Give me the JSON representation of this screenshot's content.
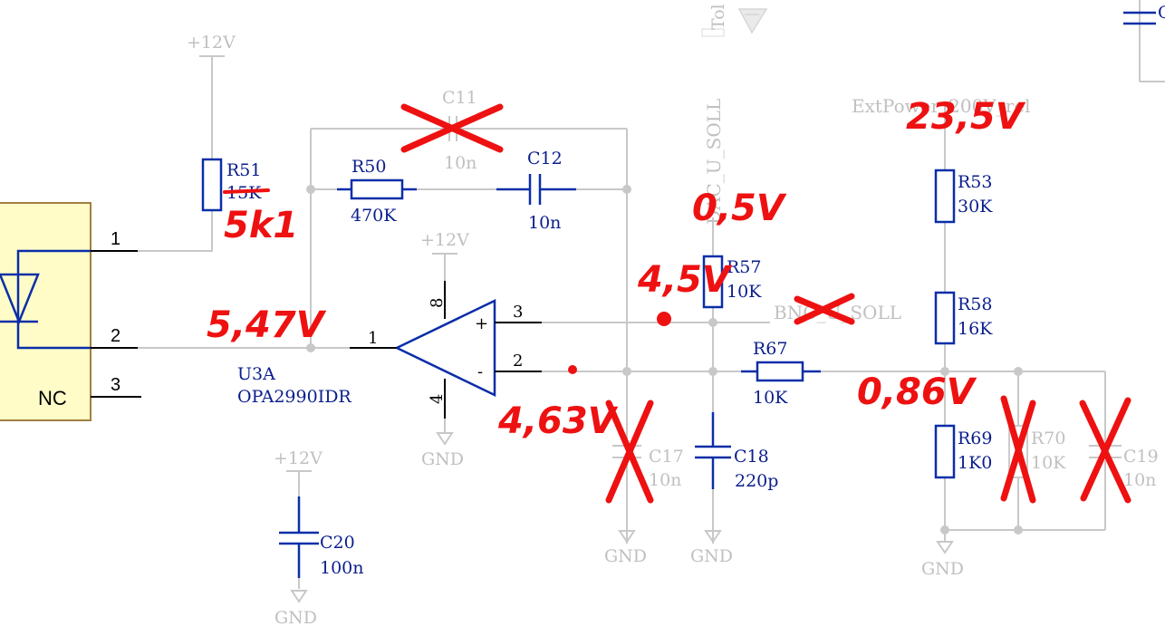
{
  "rails": {
    "plus12v": "+12V",
    "gnd": "GND"
  },
  "components": {
    "r51": {
      "ref": "R51",
      "value": "15K"
    },
    "r50": {
      "ref": "R50",
      "value": "470K"
    },
    "c11": {
      "ref": "C11",
      "value": "10n"
    },
    "c12": {
      "ref": "C12",
      "value": "10n"
    },
    "u3a": {
      "ref": "U3A",
      "part": "OPA2990IDR"
    },
    "r57": {
      "ref": "R57",
      "value": "10K"
    },
    "r53": {
      "ref": "R53",
      "value": "30K"
    },
    "r58": {
      "ref": "R58",
      "value": "16K"
    },
    "r67": {
      "ref": "R67",
      "value": "10K"
    },
    "r69": {
      "ref": "R69",
      "value": "1K0"
    },
    "r70": {
      "ref": "R70",
      "value": "10K"
    },
    "c17": {
      "ref": "C17",
      "value": "10n"
    },
    "c18": {
      "ref": "C18",
      "value": "220p"
    },
    "c19": {
      "ref": "C19",
      "value": "10n"
    },
    "c20": {
      "ref": "C20",
      "value": "100n"
    }
  },
  "pins": {
    "conn_1": "1",
    "conn_2": "2",
    "conn_3": "3",
    "conn_nc": "NC",
    "op_out": "1",
    "op_plus": "3",
    "op_minus": "2",
    "op_vplus": "8",
    "op_vminus": "4",
    "sym_plus": "+",
    "sym_minus": "-"
  },
  "nets": {
    "dac": "DAC_U_SOLL",
    "bnc": "BNC_U_SOLL",
    "ext_power": "ExtPower_200V_rel",
    "top_right": "C",
    "top_dac_partial": "Tol"
  },
  "annotations": {
    "r51_new": "5k1",
    "v_out": "5,47V",
    "v_minus": "4,63V",
    "v_dac": "0,5V",
    "v_plus": "4,5V",
    "v_div": "0,86V",
    "v_ext": "23,5V"
  }
}
